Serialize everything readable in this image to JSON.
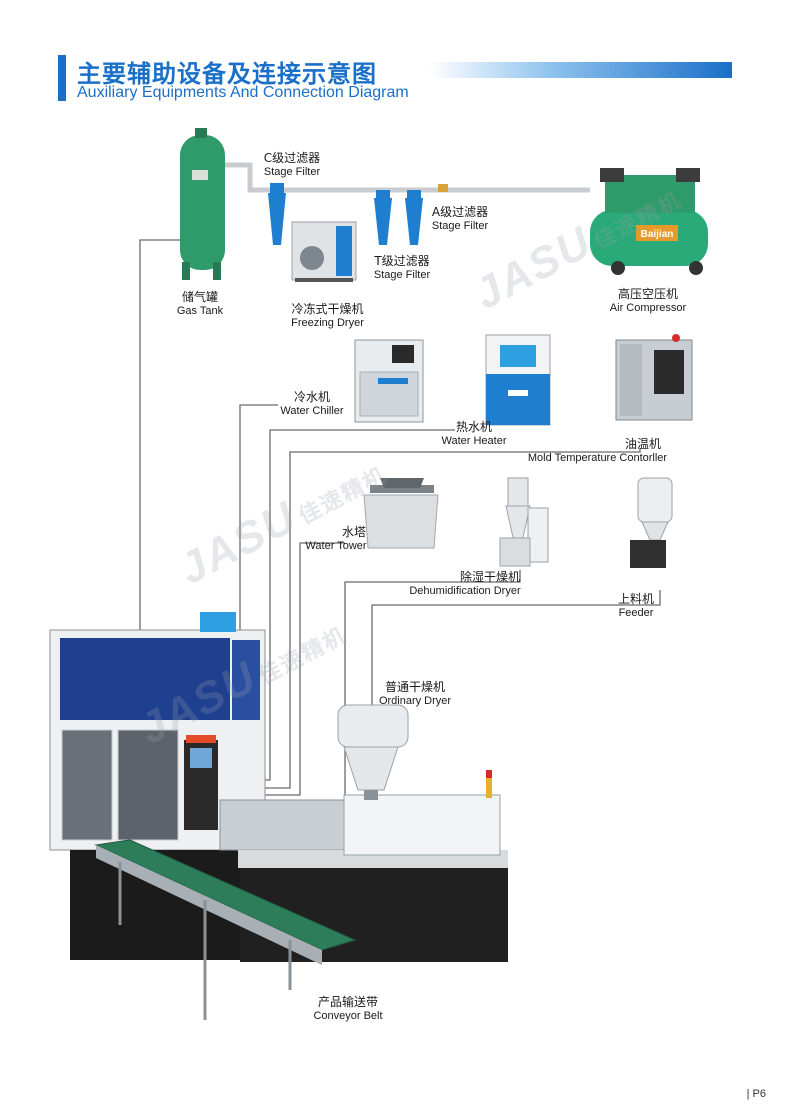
{
  "header": {
    "title_cn": "主要辅助设备及连接示意图",
    "title_en": "Auxiliary Equipments And Connection Diagram"
  },
  "equipment": {
    "gas_tank": {
      "cn": "储气罐",
      "en": "Gas Tank"
    },
    "c_filter": {
      "cn": "C级过滤器",
      "en": "Stage Filter"
    },
    "freezing_dryer": {
      "cn": "冷冻式干燥机",
      "en": "Freezing Dryer"
    },
    "t_filter": {
      "cn": "T级过滤器",
      "en": "Stage Filter"
    },
    "a_filter": {
      "cn": "A级过滤器",
      "en": "Stage Filter"
    },
    "air_compressor": {
      "cn": "高压空压机",
      "en": "Air Compressor"
    },
    "water_chiller": {
      "cn": "冷水机",
      "en": "Water Chiller"
    },
    "water_heater": {
      "cn": "热水机",
      "en": "Water Heater"
    },
    "mold_temp": {
      "cn": "油温机",
      "en": "Mold Temperature Contorller"
    },
    "water_tower": {
      "cn": "水塔",
      "en": "Water Tower"
    },
    "dehumid_dryer": {
      "cn": "除湿干燥机",
      "en": "Dehumidification Dryer"
    },
    "feeder": {
      "cn": "上料机",
      "en": "Feeder"
    },
    "ordinary_dryer": {
      "cn": "普通干燥机",
      "en": "Ordinary Dryer"
    },
    "conveyor": {
      "cn": "产品输送带",
      "en": "Conveyor Belt"
    }
  },
  "watermark": {
    "brand": "JASU",
    "brand_cn": "佳速精机"
  },
  "compressor_brand": "Baijian",
  "page_number": "| P6",
  "colors": {
    "accent": "#1a6fc9",
    "tank": "#2f9a6a",
    "filter": "#1e7fd0",
    "belt": "#2e7d5a",
    "machine_blue": "#1f3f8f"
  }
}
